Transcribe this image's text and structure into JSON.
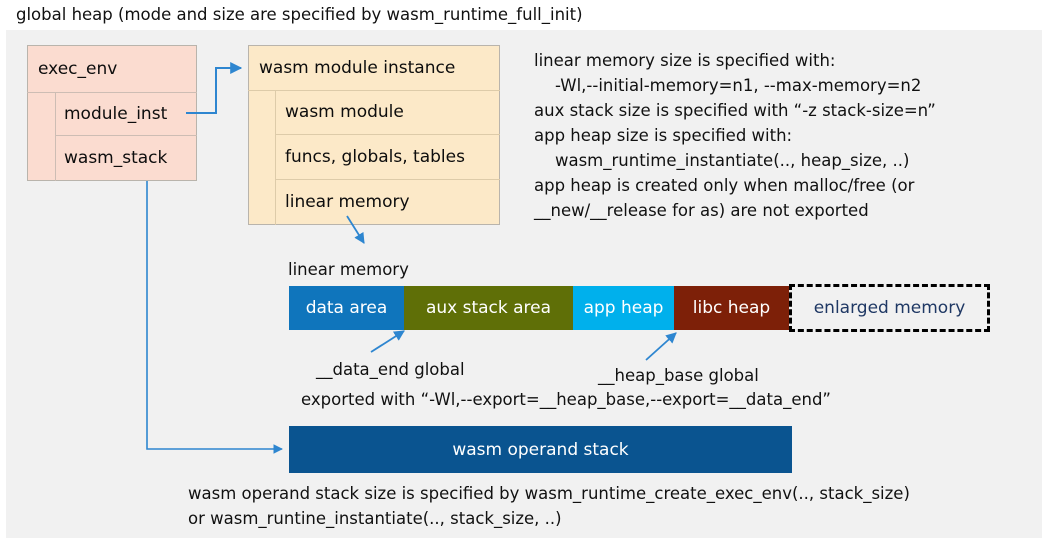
{
  "title": "global heap (mode and size are specified by wasm_runtime_full_init)",
  "colors": {
    "panel_bg": "#f1f1f1",
    "exec_env_fill": "#fbdcd0",
    "module_inst_fill": "#fce9c8",
    "data_area": "#0f75bc",
    "aux_stack_area": "#5f6f07",
    "app_heap": "#00b0ec",
    "libc_heap": "#7d2008",
    "enlarged_memory_text": "#1f3864",
    "operand_stack": "#0a5490",
    "connector": "#2e86d0"
  },
  "exec_env": {
    "title": "exec_env",
    "fields": [
      {
        "label": "module_inst"
      },
      {
        "label": "wasm_stack"
      }
    ]
  },
  "module_instance": {
    "title": "wasm module instance",
    "fields": [
      {
        "label": "wasm module"
      },
      {
        "label": "funcs, globals, tables"
      },
      {
        "label": "linear memory"
      }
    ]
  },
  "notes": {
    "memory_config": "linear memory size is specified with:\n    -Wl,--initial-memory=n1, --max-memory=n2\naux stack size is specified with “-z stack-size=n”\napp heap size is specified with:\n    wasm_runtime_instantiate(.., heap_size, ..)\napp heap is created only when malloc/free (or\n__new/__release for as) are not exported",
    "operand_stack_config": "wasm operand stack size is specified by wasm_runtime_create_exec_env(.., stack_size)\nor wasm_runtine_instantiate(.., stack_size, ..)"
  },
  "linear_memory": {
    "caption": "linear memory",
    "segments": [
      {
        "label": "data area",
        "color": "#0f75bc"
      },
      {
        "label": "aux stack area",
        "color": "#5f6f07"
      },
      {
        "label": "app heap",
        "color": "#00b0ec"
      },
      {
        "label": "libc heap",
        "color": "#7d2008"
      },
      {
        "label": "enlarged memory",
        "color": "#f1f1f1",
        "style": "dashed"
      }
    ],
    "annotations": {
      "data_end": "__data_end global",
      "heap_base": "__heap_base global",
      "exported_with": "exported with “-Wl,--export=__heap_base,--export=__data_end”"
    }
  },
  "operand_stack": {
    "label": "wasm operand stack"
  }
}
